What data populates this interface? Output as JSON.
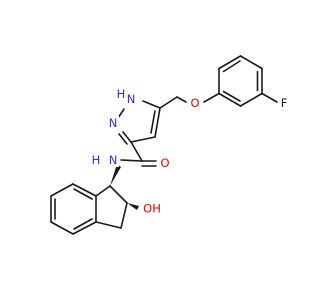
{
  "colors": {
    "bond": "#1a1a1a",
    "carbon": "#1a1a1a",
    "nitrogen": "#2b31e0",
    "oxygen": "#e00000",
    "fluorine": "#1a1a1a"
  },
  "atoms": [
    {
      "symbol": "F",
      "element": "fluorine"
    },
    {
      "symbol": "O",
      "element": "oxygen"
    },
    {
      "symbol": "H",
      "element": "nitrogen"
    },
    {
      "symbol": "N",
      "element": "nitrogen"
    },
    {
      "symbol": "N",
      "element": "nitrogen"
    },
    {
      "symbol": "O",
      "element": "oxygen"
    },
    {
      "symbol": "N",
      "element": "nitrogen"
    },
    {
      "symbol": "H",
      "element": "nitrogen"
    },
    {
      "symbol": "OH",
      "element": "oxygen"
    }
  ]
}
